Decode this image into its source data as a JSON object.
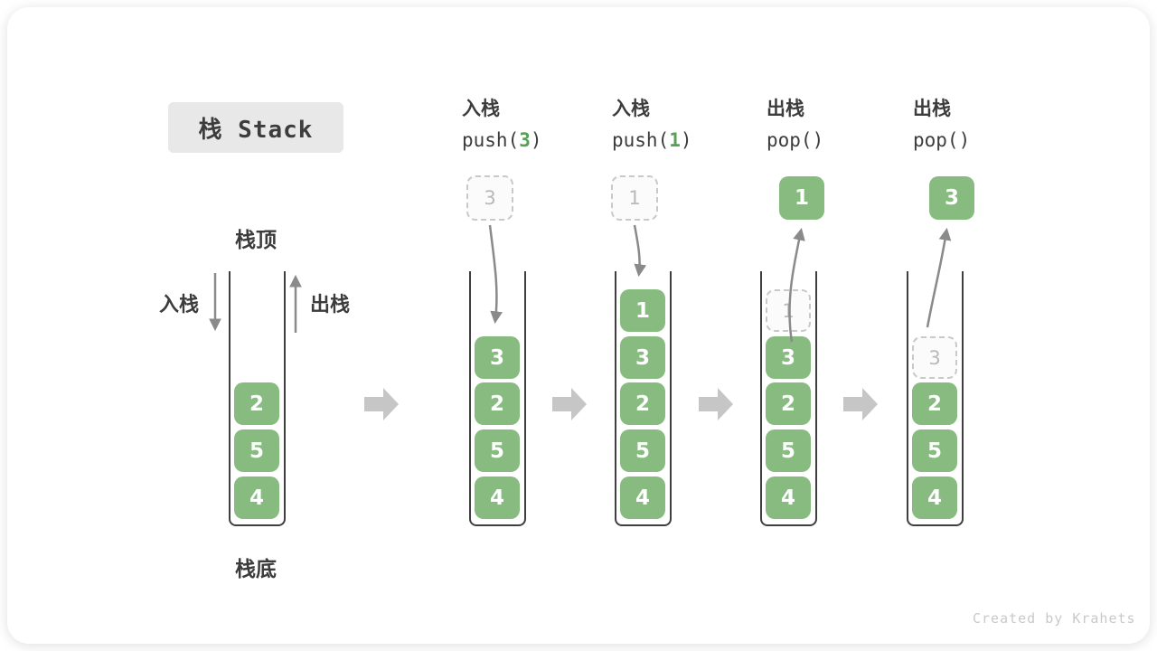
{
  "title": "栈 Stack",
  "labels": {
    "stack_top": "栈顶",
    "stack_bottom": "栈底",
    "push_side": "入栈",
    "pop_side": "出栈"
  },
  "operations": [
    {
      "name": "入栈",
      "fn": "push(",
      "arg": "3",
      "close": ")"
    },
    {
      "name": "入栈",
      "fn": "push(",
      "arg": "1",
      "close": ")"
    },
    {
      "name": "出栈",
      "fn": "pop(",
      "arg": "",
      "close": ")"
    },
    {
      "name": "出栈",
      "fn": "pop(",
      "arg": "",
      "close": ")"
    }
  ],
  "stacks": {
    "initial": {
      "cells": [
        "2",
        "5",
        "4"
      ]
    },
    "after_push_3": {
      "incoming": "3",
      "cells": [
        "3",
        "2",
        "5",
        "4"
      ]
    },
    "after_push_1": {
      "incoming": "1",
      "cells": [
        "1",
        "3",
        "2",
        "5",
        "4"
      ]
    },
    "after_pop_1": {
      "popped": "1",
      "ghost": "1",
      "cells": [
        "3",
        "2",
        "5",
        "4"
      ]
    },
    "after_pop_3": {
      "popped": "3",
      "ghost": "3",
      "cells": [
        "2",
        "5",
        "4"
      ]
    }
  },
  "watermark": "Created by Krahets",
  "colors": {
    "cell_green": "#87bb80",
    "code_accent_green": "#56a058",
    "flow_arrow_gray": "#8a8a8a",
    "block_arrow_gray": "#c6c6c6",
    "wall_dark": "#3f3f3f",
    "ghost_border": "#c9c9c9",
    "ghost_text": "#b9b9b9",
    "text_dark": "#3c3c3c",
    "title_bg": "#e8e8e8",
    "watermark_gray": "#c9c9c9"
  }
}
